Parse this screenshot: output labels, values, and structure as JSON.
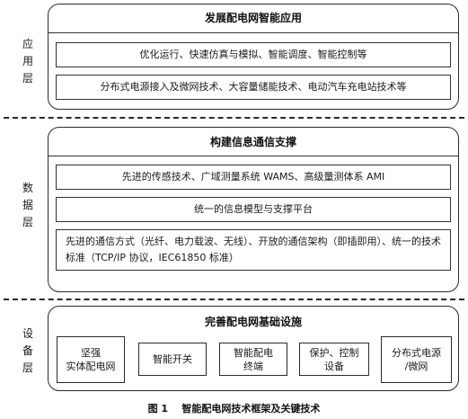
{
  "application_layer": {
    "label": "应\n用\n层",
    "title": "发展配电网智能应用",
    "items": [
      "优化运行、快速仿真与模拟、智能调度、智能控制等",
      "分布式电源接入及微网技术、大容量储能技术、电动汽车充电站技术等"
    ]
  },
  "data_layer": {
    "label": "数\n据\n层",
    "title": "构建信息通信支撑",
    "items": [
      "先进的传感技术、广域测量系统 WAMS、高级量测体系 AMI",
      "统一的信息模型与支撑平台",
      "先进的通信方式（光纤、电力载波、无线）、开放的通信架构（即插即用）、统一的技术标准（TCP/IP 协议，IEC61850 标准）"
    ]
  },
  "device_layer": {
    "label": "设\n备\n层",
    "title": "完善配电网基础设施",
    "items": [
      "坚强\n实体配电网",
      "智能开关",
      "智能配电\n终端",
      "保护、控制\n设备",
      "分布式电源\n/微网"
    ]
  },
  "caption": {
    "text": "图 1    智能配电网技术框架及关键技术"
  }
}
